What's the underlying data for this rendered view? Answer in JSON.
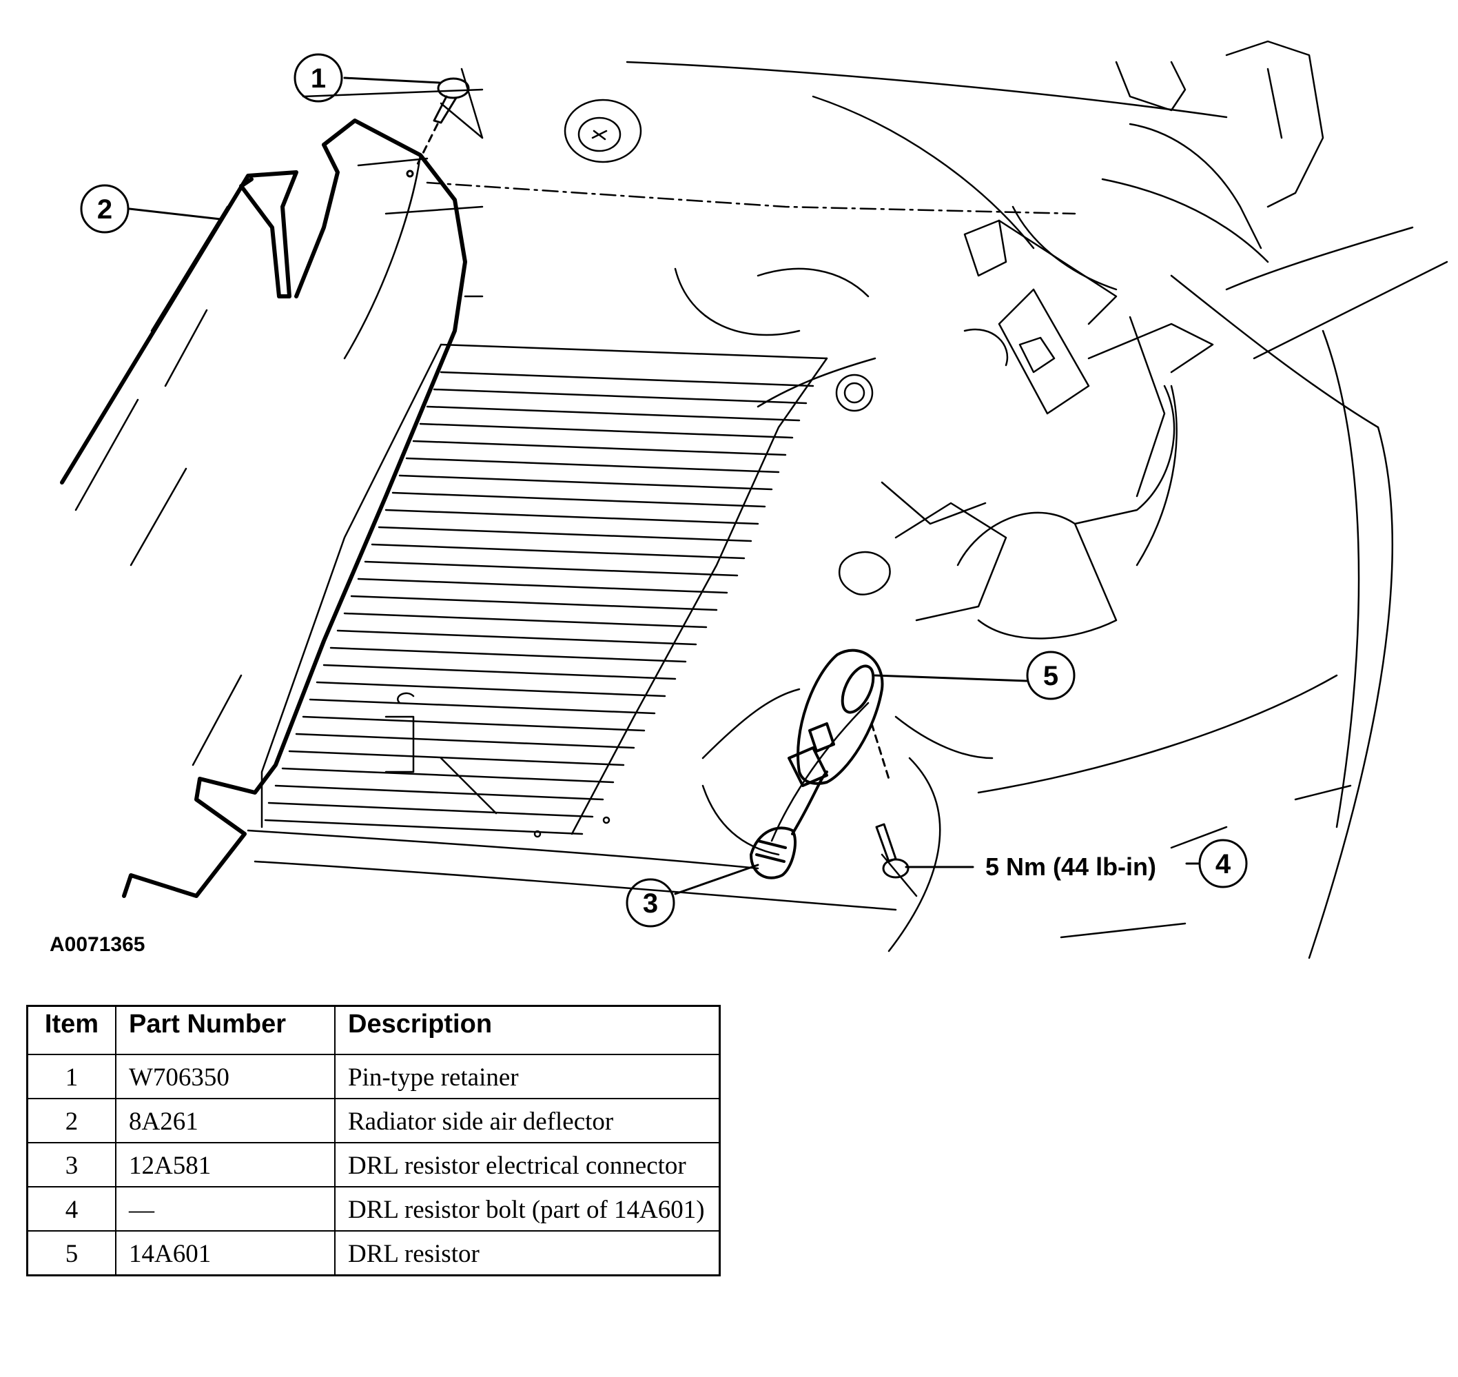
{
  "figure": {
    "id": "A0071365",
    "torque_label": "5 Nm (44 lb-in)",
    "callouts": [
      "1",
      "2",
      "3",
      "4",
      "5"
    ]
  },
  "table": {
    "headers": [
      "Item",
      "Part Number",
      "Description"
    ],
    "rows": [
      {
        "item": "1",
        "part": "W706350",
        "description": "Pin-type retainer"
      },
      {
        "item": "2",
        "part": "8A261",
        "description": "Radiator side air deflector"
      },
      {
        "item": "3",
        "part": "12A581",
        "description": "DRL resistor electrical connector"
      },
      {
        "item": "4",
        "part": "—",
        "description": "DRL resistor bolt (part of 14A601)"
      },
      {
        "item": "5",
        "part": "14A601",
        "description": "DRL resistor"
      }
    ]
  }
}
